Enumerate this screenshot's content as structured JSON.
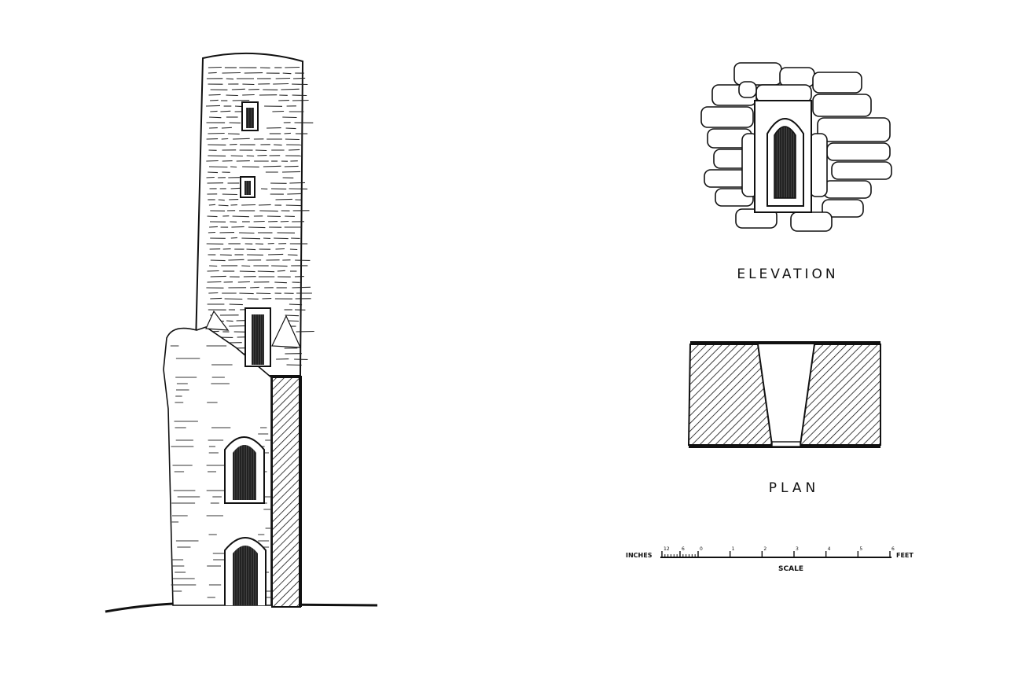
{
  "tower": {
    "ground_line": true
  },
  "window_detail": {
    "elevation_label": "ELEVATION",
    "plan_label": "PLAN"
  },
  "scale_bar": {
    "left_unit": "INCHES",
    "right_unit": "FEET",
    "caption": "SCALE",
    "inch_ticks": [
      "12",
      "6",
      "0"
    ],
    "feet_ticks": [
      "1",
      "2",
      "3",
      "4",
      "5",
      "6"
    ]
  }
}
